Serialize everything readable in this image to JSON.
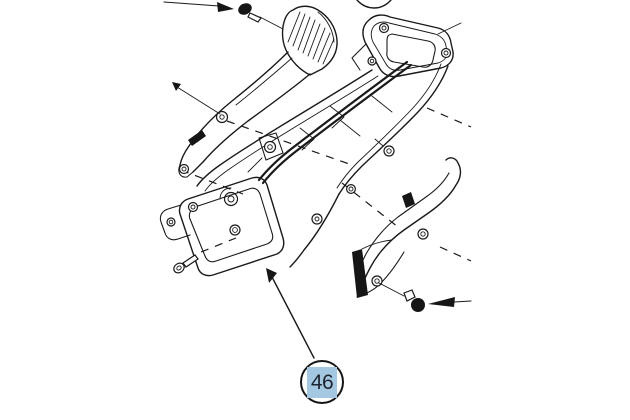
{
  "figure": {
    "kind": "exploded-parts-diagram",
    "background_color": "#ffffff",
    "line_color": "#1a1a1a",
    "selected_callout": {
      "label": "46",
      "highlight_color": "#a5c8e2",
      "text_color": "#1d242e",
      "selected": true
    },
    "cropped_callout_top": {
      "label": "",
      "cropped": true
    },
    "parts": [
      {
        "id": "left-trim-strip"
      },
      {
        "id": "main-panel"
      },
      {
        "id": "right-trim-strip"
      },
      {
        "id": "screw-top-left"
      },
      {
        "id": "screw-bottom-left"
      },
      {
        "id": "screw-bottom-right"
      }
    ]
  }
}
